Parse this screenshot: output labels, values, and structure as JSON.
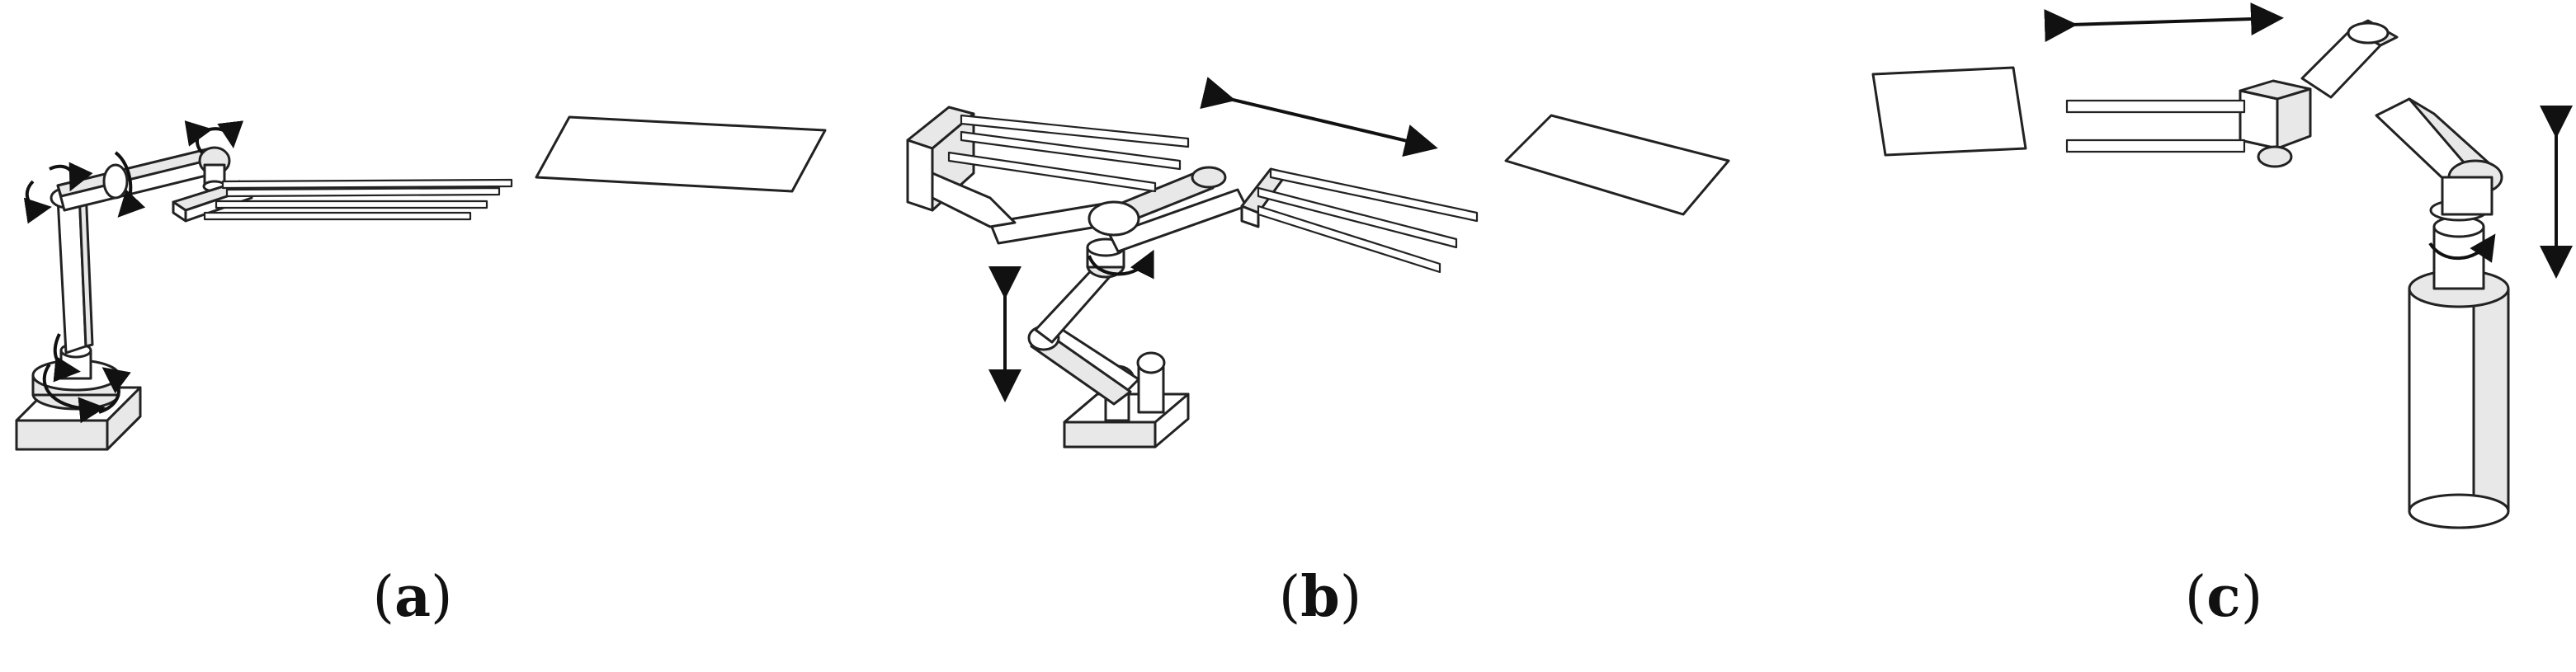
{
  "figure": {
    "panels": [
      {
        "id": "a",
        "label_open": "(",
        "label_letter": "a",
        "label_close": ")",
        "icon": "articulated-robot-with-fork-gripper"
      },
      {
        "id": "b",
        "label_open": "(",
        "label_letter": "b",
        "label_close": ")",
        "icon": "scara-dual-fork-robot"
      },
      {
        "id": "c",
        "label_open": "(",
        "label_letter": "c",
        "label_close": ")",
        "icon": "cylindrical-robot-with-fork-gripper"
      }
    ],
    "colors": {
      "line": "#222222",
      "fill": "#ffffff",
      "shade": "#e8e8e8",
      "background": "#ffffff"
    }
  }
}
